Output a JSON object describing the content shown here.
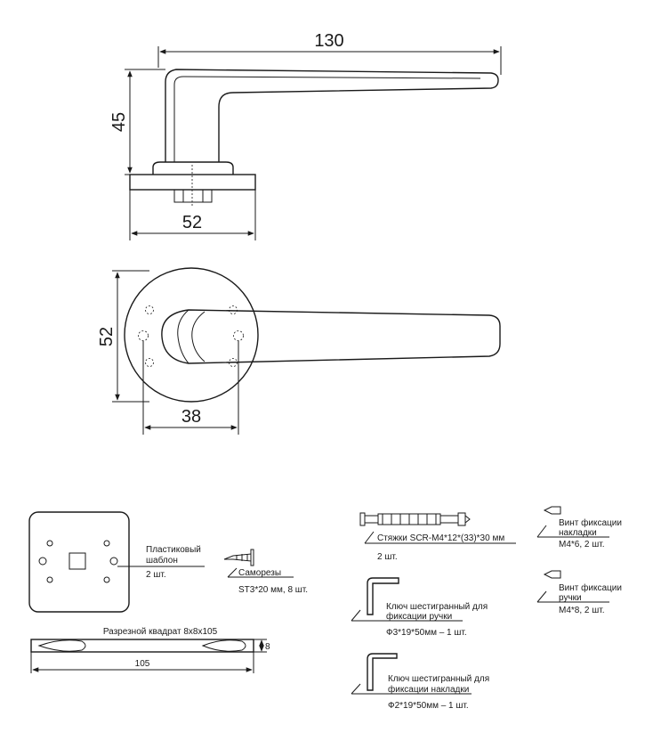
{
  "handle_side": {
    "dim_length": "130",
    "dim_height": "45",
    "dim_rosette": "52"
  },
  "handle_top": {
    "dim_diameter": "52",
    "dim_holes": "38"
  },
  "parts": {
    "template_label_1": "Пластиковый",
    "template_label_2": "шаблон",
    "template_qty": "2 шт.",
    "screws_label": "Саморезы",
    "screws_spec": "ST3*20 мм, 8 шт.",
    "square_label": "Разрезной квадрат 8х8х105",
    "square_len": "105",
    "square_size": "8",
    "ties_label": "Стяжки SCR-M4*12*(33)*30 мм",
    "ties_qty": "2 шт.",
    "key1_label_1": "Ключ шестигранный для",
    "key1_label_2": "фиксации ручки",
    "key1_spec": "Ф3*19*50мм – 1 шт.",
    "key2_label_1": "Ключ шестигранный для",
    "key2_label_2": "фиксации накладки",
    "key2_spec": "Ф2*19*50мм – 1 шт.",
    "screw1_label_1": "Винт фиксации",
    "screw1_label_2": "накладки",
    "screw1_spec": "M4*6, 2 шт.",
    "screw2_label_1": "Винт фиксации",
    "screw2_label_2": "ручки",
    "screw2_spec": "M4*8, 2 шт."
  }
}
